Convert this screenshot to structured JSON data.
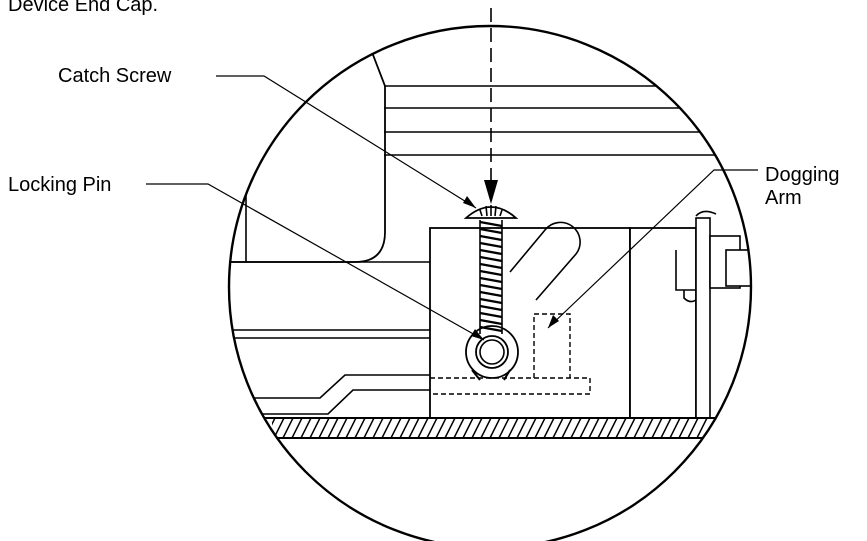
{
  "caption_partial": "Device End Cap.",
  "callouts": {
    "catch_screw": "Catch Screw",
    "locking_pin": "Locking Pin",
    "dogging_arm_line1": "Dogging",
    "dogging_arm_line2": "Arm"
  },
  "colors": {
    "ink": "#000000",
    "paper": "#ffffff"
  }
}
